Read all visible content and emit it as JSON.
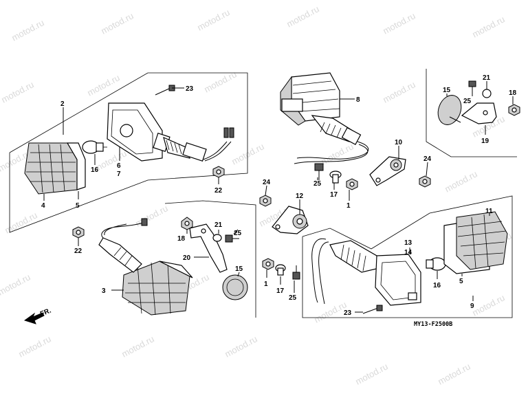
{
  "watermark": "motod.ru",
  "diagram_code": "MY13-F2500B",
  "direction_label": "FR.",
  "callouts": {
    "c1a": "1",
    "c1b": "1",
    "c2": "2",
    "c3": "3",
    "c4": "4",
    "c5a": "5",
    "c5b": "5",
    "c6": "6",
    "c7": "7",
    "c8": "8",
    "c9": "9",
    "c10": "10",
    "c11": "11",
    "c12": "12",
    "c13": "13",
    "c14": "14",
    "c15a": "15",
    "c15b": "15",
    "c16a": "16",
    "c16b": "16",
    "c17a": "17",
    "c17b": "17",
    "c18a": "18",
    "c18b": "18",
    "c19": "19",
    "c20": "20",
    "c21a": "21",
    "c21b": "21",
    "c22a": "22",
    "c22b": "22",
    "c23a": "23",
    "c23b": "23",
    "c24a": "24",
    "c24b": "24",
    "c25a": "25",
    "c25b": "25",
    "c25c": "25",
    "c25d": "25"
  }
}
